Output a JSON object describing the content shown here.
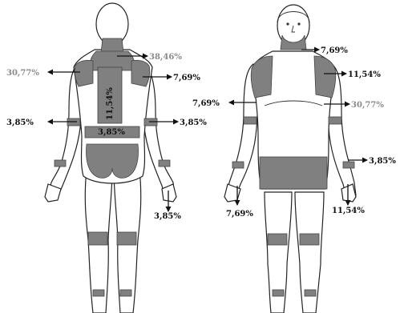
{
  "figure": {
    "back_view": {
      "labels": {
        "neck": "38,46%",
        "left_shoulder": "30,77%",
        "right_shoulder": "7,69%",
        "spine": "11,54%",
        "left_elbow": "3,85%",
        "right_elbow": "3,85%",
        "lower_back": "3,85%",
        "right_hand": "3,85%"
      }
    },
    "front_view": {
      "labels": {
        "jaw": "7,69%",
        "right_shoulder": "11,54%",
        "left_arm": "7,69%",
        "right_arm": "30,77%",
        "right_hip": "3,85%",
        "left_hand": "7,69%",
        "right_hand": "11,54%"
      }
    },
    "colors": {
      "highlight_zone": "#808080",
      "outline": "#222222",
      "gray_label": "#8a8a8a"
    }
  }
}
